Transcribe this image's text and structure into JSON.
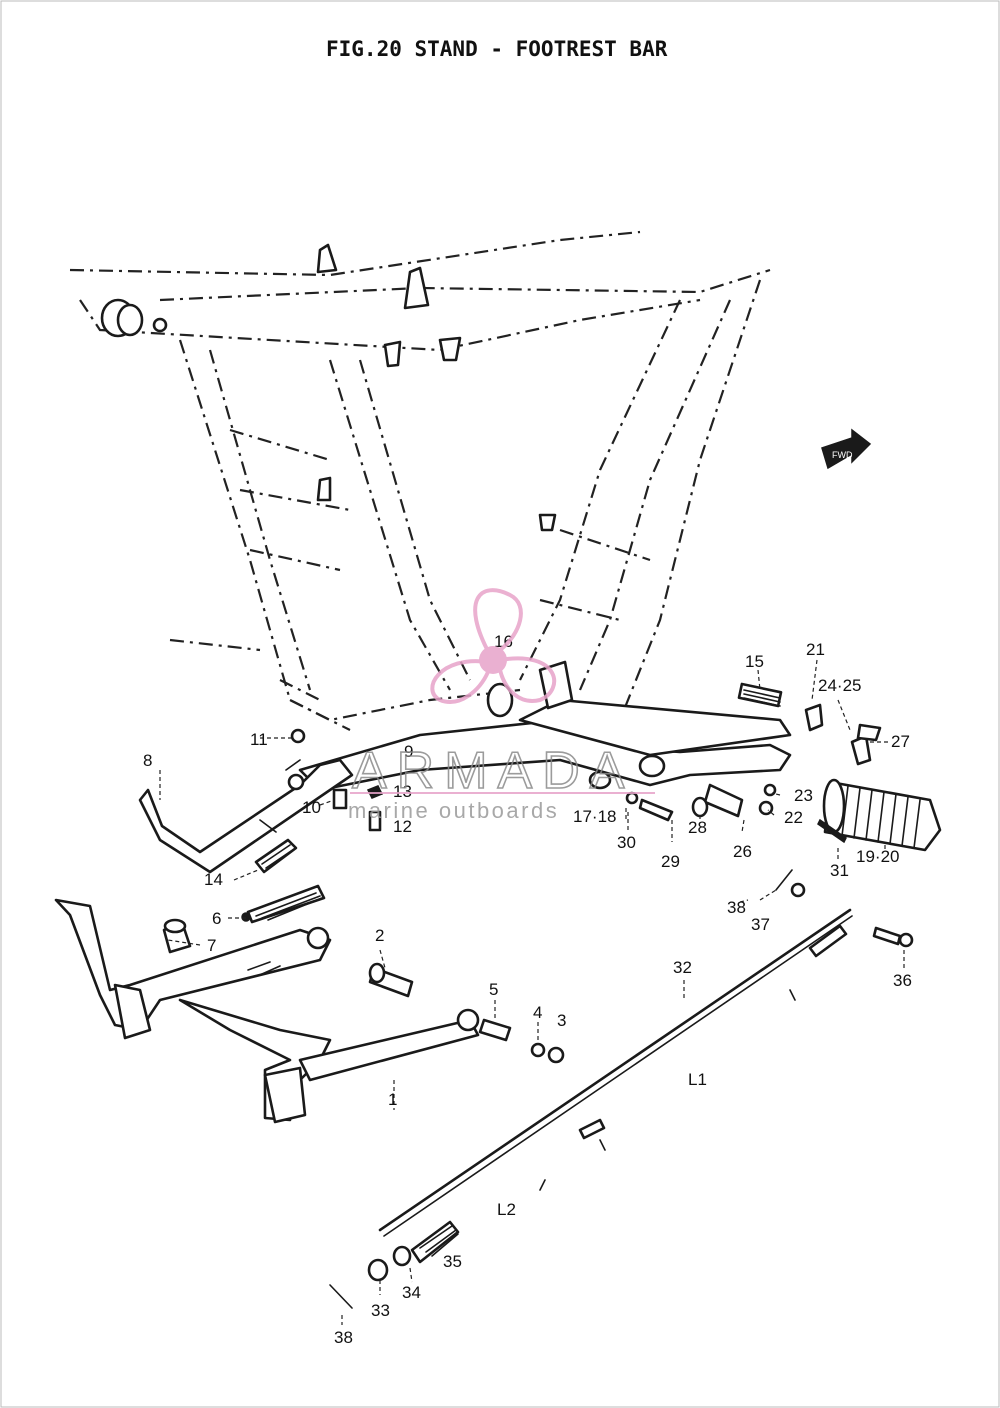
{
  "title": "FIG.20  STAND - FOOTREST BAR",
  "watermark": {
    "brand": "ARMADA",
    "tagline": "marine outboards",
    "accent_color": "#e7a3c9"
  },
  "direction_badge": "FWD",
  "callouts": [
    "1",
    "2",
    "3",
    "4",
    "5",
    "6",
    "7",
    "8",
    "9",
    "10",
    "11",
    "12",
    "13",
    "14",
    "15",
    "16",
    "17·18",
    "19·20",
    "21",
    "22",
    "23",
    "24·25",
    "26",
    "27",
    "28",
    "29",
    "30",
    "31",
    "32",
    "33",
    "34",
    "35",
    "36",
    "37",
    "38",
    "38",
    "L1",
    "L2"
  ]
}
